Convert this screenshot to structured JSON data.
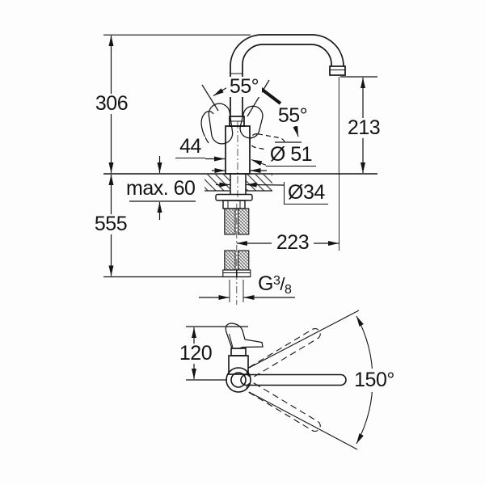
{
  "drawing": {
    "type": "faucet-installation-technical-drawing",
    "ink_color": "#141414",
    "background_color": "#fdfdfd",
    "dims": {
      "height_upper": "306",
      "height_lower": "555",
      "outlet_height": "213",
      "body_offset": "44",
      "body_diameter": "Ø 51",
      "max_deck_thickness": "max. 60",
      "hole_diameter": "Ø34",
      "projection": "223",
      "lever_height": "120",
      "handle_angle_left": "55°",
      "handle_angle_right": "55°",
      "swivel_angle": "150°",
      "thread_prefix": "G",
      "thread_numerator": "3",
      "thread_slash": "/",
      "thread_denominator": "8"
    }
  }
}
